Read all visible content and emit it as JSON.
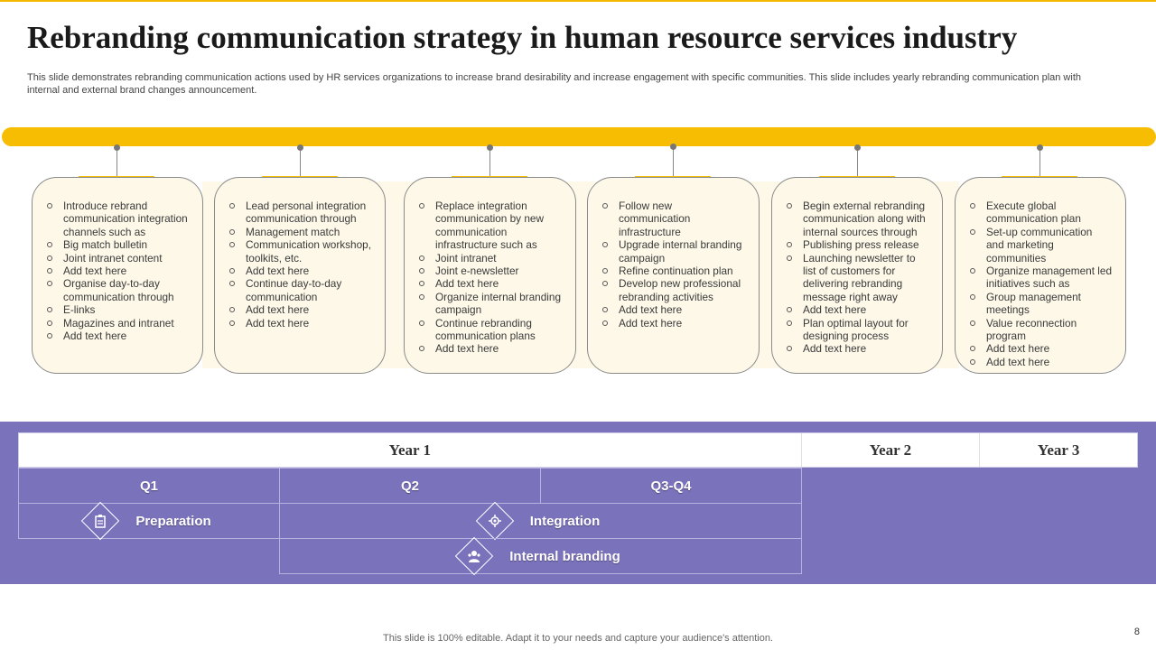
{
  "slide": {
    "title": "Rebranding communication  strategy in human resource services industry",
    "subtitle": "This slide demonstrates rebranding communication actions used by HR services organizations to increase brand desirability and increase engagement with specific communities. This slide includes yearly rebranding communication plan with internal and external brand changes announcement.",
    "footer": "This slide is 100% editable. Adapt it to your needs and capture your audience's attention.",
    "page_number": "8"
  },
  "colors": {
    "accent_yellow": "#f7bd03",
    "panel_purple": "#7a72bb",
    "card_fill": "#fdf8e8"
  },
  "cards": [
    {
      "items": [
        "Introduce rebrand communication integration channels such as",
        "Big match bulletin",
        "Joint intranet content",
        "Add text here",
        "Organise day-to-day communication through",
        "E-links",
        "Magazines and intranet",
        "Add text here"
      ]
    },
    {
      "items": [
        "Lead personal integration communication through",
        "Management match",
        "Communication workshop, toolkits, etc.",
        "Add text here",
        "Continue day-to-day communication",
        "Add text here",
        "Add text here"
      ]
    },
    {
      "items": [
        "Replace integration communication by new communication infrastructure such as",
        "Joint intranet",
        "Joint e-newsletter",
        "Add text here",
        "Organize internal branding campaign",
        "Continue rebranding communication plans",
        "Add text here"
      ]
    },
    {
      "items": [
        "Follow new communication infrastructure",
        "Upgrade internal branding campaign",
        "Refine continuation plan",
        "Develop new professional rebranding activities",
        "Add text here",
        "Add text here"
      ]
    },
    {
      "items": [
        "Begin external rebranding communication along with internal sources through",
        "Publishing press release",
        "Launching newsletter to list of customers for delivering rebranding message right away",
        "Add text here",
        "Plan optimal layout for designing process",
        "Add text here"
      ]
    },
    {
      "items": [
        "Execute global communication plan",
        "Set-up communication and marketing communities",
        "Organize management led initiatives such as",
        "Group management meetings",
        "Value reconnection program",
        "Add text here",
        "Add text here"
      ]
    }
  ],
  "plan": {
    "years": [
      "Year 1",
      "Year 2",
      "Year 3"
    ],
    "quarters": [
      "Q1",
      "Q2",
      "Q3-Q4"
    ],
    "phases": [
      {
        "label": "Preparation",
        "icon": "clipboard-icon"
      },
      {
        "label": "Integration",
        "icon": "gears-icon"
      },
      {
        "label": "Internal branding",
        "icon": "team-icon"
      }
    ]
  }
}
